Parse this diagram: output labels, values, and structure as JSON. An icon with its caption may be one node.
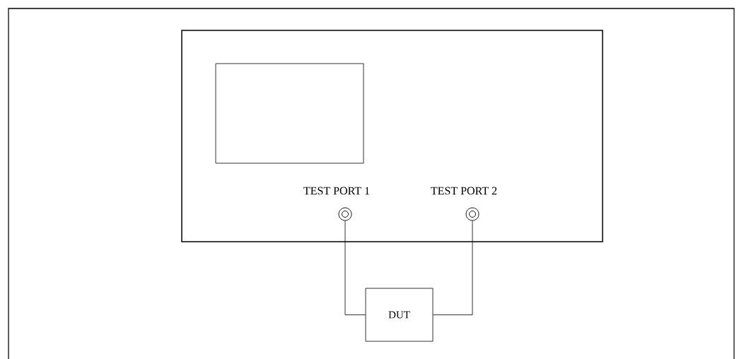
{
  "diagram": {
    "nodes": [
      {
        "text": [],
        "shape": "box"
      },
      {
        "text": [],
        "shape": "box",
        "in": 0
      },
      {
        "text": [
          "TEST PORT 1"
        ],
        "in": 0
      },
      {
        "text": [
          "TEST PORT 2"
        ],
        "in": 0
      },
      {
        "text": [
          "DUT"
        ]
      }
    ],
    "edges": [
      {
        "from": 2,
        "to": 4,
        "arrow": "none"
      },
      {
        "from": 3,
        "to": 4,
        "arrow": "none"
      }
    ]
  }
}
